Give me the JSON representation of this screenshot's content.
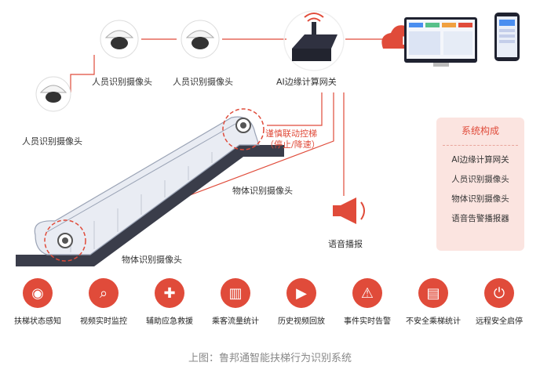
{
  "diagram": {
    "labels": {
      "cam1": "人员识别摄像头",
      "cam2": "人员识别摄像头",
      "cam3": "人员识别摄像头",
      "gateway": "AI边缘计算网关",
      "linkage_line1": "谨慎联动控梯",
      "linkage_line2": "（停止/降速）",
      "obj_cam_top": "物体识别摄像头",
      "obj_cam_bottom": "物体识别摄像头",
      "speaker": "语音播报"
    },
    "system": {
      "title": "系统构成",
      "items": [
        "AI边缘计算网关",
        "人员识别摄像头",
        "物体识别摄像头",
        "语音告警播报器"
      ]
    },
    "features": [
      {
        "label": "扶梯状态感知",
        "icon": "sensor-icon"
      },
      {
        "label": "视频实时监控",
        "icon": "camera-icon"
      },
      {
        "label": "辅助应急救援",
        "icon": "rescue-icon"
      },
      {
        "label": "乘客流量统计",
        "icon": "chart-icon"
      },
      {
        "label": "历史视频回放",
        "icon": "playback-icon"
      },
      {
        "label": "事件实时告警",
        "icon": "alarm-icon"
      },
      {
        "label": "不安全乘梯统计",
        "icon": "monitor-stats-icon"
      },
      {
        "label": "远程安全启停",
        "icon": "lock-icon"
      }
    ],
    "caption": "上图：鲁邦通智能扶梯行为识别系统",
    "colors": {
      "accent": "#e04b3a",
      "panel": "#fbe4e0",
      "escalator": "#3a3d4a"
    }
  }
}
